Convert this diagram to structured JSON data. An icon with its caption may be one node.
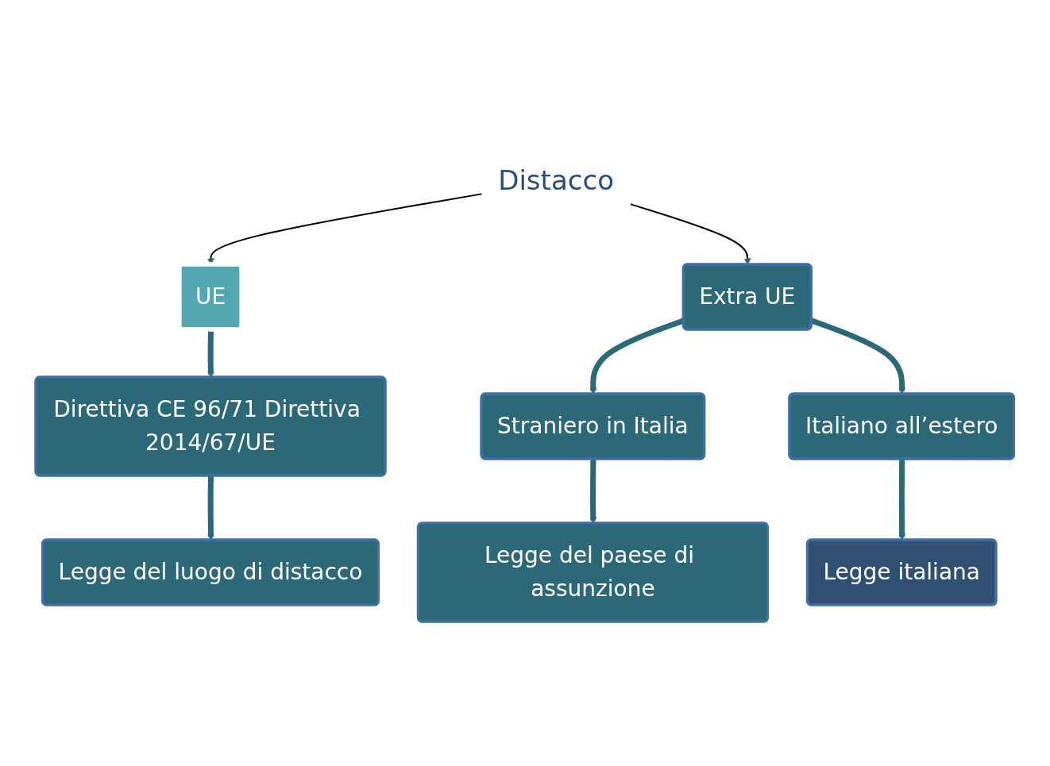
{
  "diagram": {
    "nodes": [
      {
        "text": [
          "Distacco"
        ]
      },
      {
        "text": [
          "UE"
        ]
      },
      {
        "text": [
          "Extra UE"
        ]
      },
      {
        "text": [
          "Direttiva CE 96/71 Direttiva 2014/67/UE"
        ]
      },
      {
        "text": [
          "Straniero in Italia"
        ]
      },
      {
        "text": [
          "Italiano all’estero"
        ]
      },
      {
        "text": [
          "Legge del luogo di distacco"
        ]
      },
      {
        "text": [
          "Legge del paese di assunzione"
        ]
      },
      {
        "text": [
          "Legge italiana"
        ]
      }
    ],
    "edges": [
      {
        "from": 0,
        "to": 1,
        "arrow": "to",
        "color": "#000000"
      },
      {
        "from": 0,
        "to": 2,
        "arrow": "to",
        "color": "#000000"
      },
      {
        "from": 1,
        "to": 3,
        "arrow": "to"
      },
      {
        "from": 2,
        "to": 4,
        "arrow": "to"
      },
      {
        "from": 2,
        "to": 5,
        "arrow": "to"
      },
      {
        "from": 3,
        "to": 6,
        "arrow": "to"
      },
      {
        "from": 4,
        "to": 7,
        "arrow": "to"
      },
      {
        "from": 5,
        "to": 8,
        "arrow": "to"
      }
    ]
  }
}
